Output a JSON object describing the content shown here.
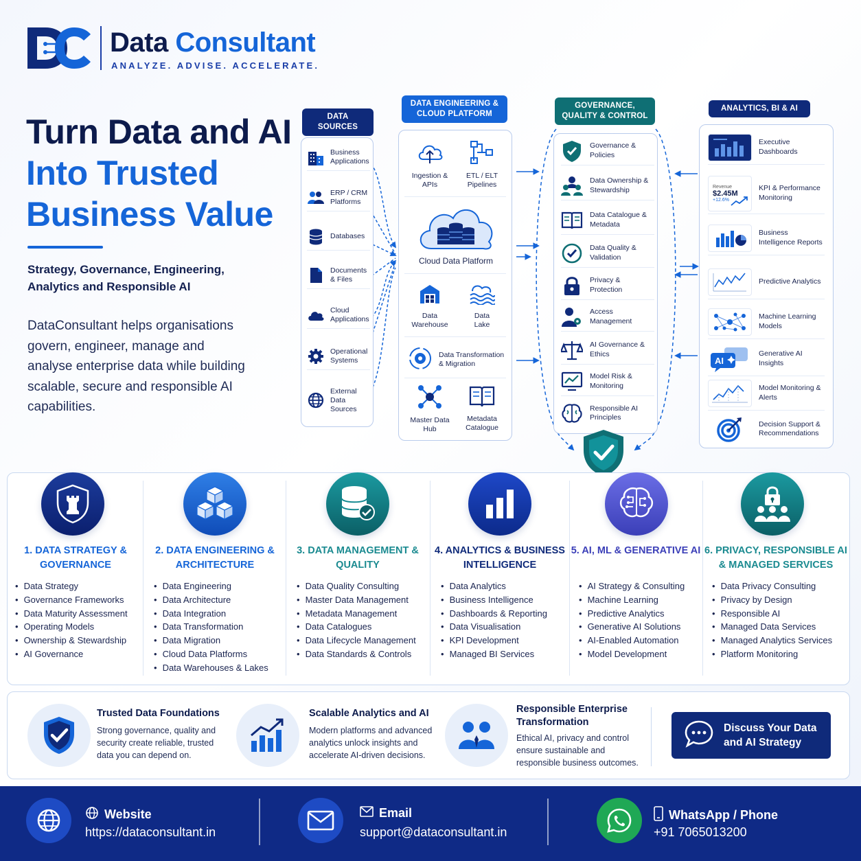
{
  "brand": {
    "name_part1": "Data",
    "name_part2": "Consultant",
    "tagline": "ANALYZE. ADVISE. ACCELERATE."
  },
  "hero": {
    "title_line1": "Turn Data and AI",
    "title_line2": "Into Trusted",
    "title_line3": "Business Value",
    "subtitle": "Strategy, Governance, Engineering, Analytics and Responsible AI",
    "description": "DataConsultant helps organisations govern, engineer, manage and analyse enterprise data while building scalable, secure and responsible AI capabilities."
  },
  "diagram": {
    "sources": {
      "header": "DATA SOURCES",
      "items": [
        "Business Applications",
        "ERP / CRM Platforms",
        "Databases",
        "Documents & Files",
        "Cloud Applications",
        "Operational Systems",
        "External Data Sources"
      ]
    },
    "engineering": {
      "header": "DATA ENGINEERING & CLOUD PLATFORM",
      "ingestion": "Ingestion & APIs",
      "etl": "ETL / ELT Pipelines",
      "cloud": "Cloud Data Platform",
      "warehouse": "Data Warehouse",
      "lake": "Data Lake",
      "transformation": "Data Transformation & Migration",
      "mdm": "Master Data Hub",
      "metadata": "Metadata Catalogue"
    },
    "governance": {
      "header": "GOVERNANCE, QUALITY & CONTROL",
      "items": [
        "Governance & Policies",
        "Data Ownership & Stewardship",
        "Data Catalogue & Metadata",
        "Data Quality & Validation",
        "Privacy & Protection",
        "Access Management",
        "AI Governance & Ethics",
        "Model Risk & Monitoring",
        "Responsible AI Principles"
      ]
    },
    "analytics": {
      "header": "ANALYTICS, BI & AI",
      "items": [
        "Executive Dashboards",
        "KPI & Performance Monitoring",
        "Business Intelligence Reports",
        "Predictive Analytics",
        "Machine Learning Models",
        "Generative AI Insights",
        "Model Monitoring & Alerts",
        "Decision Support & Recommendations"
      ],
      "kpi_label": "Revenue",
      "kpi_value": "$2.45M",
      "kpi_change": "+12.6%",
      "ai_badge": "AI"
    }
  },
  "services": [
    {
      "title": "1. DATA STRATEGY & GOVERNANCE",
      "items": [
        "Data Strategy",
        "Governance Frameworks",
        "Data Maturity Assessment",
        "Operating Models",
        "Ownership & Stewardship",
        "AI Governance"
      ]
    },
    {
      "title": "2. DATA ENGINEERING & ARCHITECTURE",
      "items": [
        "Data Engineering",
        "Data Architecture",
        "Data Integration",
        "Data Transformation",
        "Data Migration",
        "Cloud Data Platforms",
        "Data Warehouses & Lakes"
      ]
    },
    {
      "title": "3. DATA MANAGEMENT & QUALITY",
      "items": [
        "Data Quality Consulting",
        "Master Data Management",
        "Metadata Management",
        "Data Catalogues",
        "Data Lifecycle Management",
        "Data Standards & Controls"
      ]
    },
    {
      "title": "4. ANALYTICS & BUSINESS INTELLIGENCE",
      "items": [
        "Data Analytics",
        "Business Intelligence",
        "Dashboards & Reporting",
        "Data Visualisation",
        "KPI Development",
        "Managed BI Services"
      ]
    },
    {
      "title": "5. AI, ML & GENERATIVE AI",
      "items": [
        "AI Strategy & Consulting",
        "Machine Learning",
        "Predictive Analytics",
        "Generative AI Solutions",
        "AI-Enabled Automation",
        "Model Development"
      ]
    },
    {
      "title": "6. PRIVACY, RESPONSIBLE AI & MANAGED SERVICES",
      "items": [
        "Data Privacy Consulting",
        "Privacy by Design",
        "Responsible AI",
        "Managed Data Services",
        "Managed Analytics Services",
        "Platform Monitoring"
      ]
    }
  ],
  "values": [
    {
      "title": "Trusted Data Foundations",
      "desc": "Strong governance, quality and security create reliable, trusted data you can depend on."
    },
    {
      "title": "Scalable Analytics and AI",
      "desc": "Modern platforms and advanced analytics unlock insights and accelerate AI-driven decisions."
    },
    {
      "title": "Responsible Enterprise Transformation",
      "desc": "Ethical AI, privacy and control ensure sustainable and responsible business outcomes."
    }
  ],
  "cta": {
    "label": "Discuss Your Data and AI Strategy"
  },
  "footer": {
    "website_label": "Website",
    "website_value": "https://dataconsultant.in",
    "email_label": "Email",
    "email_value": "support@dataconsultant.in",
    "phone_label": "WhatsApp / Phone",
    "phone_value": "+91 7065013200"
  },
  "colors": {
    "navy": "#0d1b4c",
    "brand_blue": "#1565d8",
    "teal": "#0f6f74",
    "footer": "#0f2a86",
    "whatsapp": "#1fa855"
  }
}
